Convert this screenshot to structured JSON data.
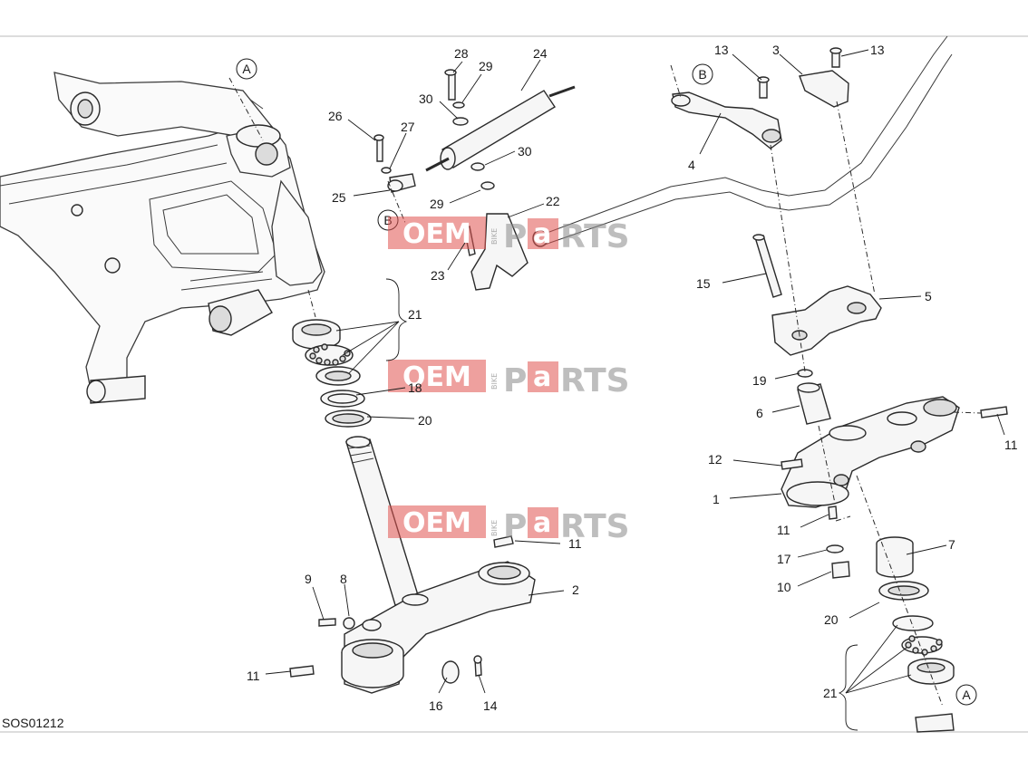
{
  "drawing_code": "SOS01212",
  "callouts": {
    "c1": "1",
    "c2": "2",
    "c3": "3",
    "c4": "4",
    "c5": "5",
    "c6": "6",
    "c7": "7",
    "c8": "8",
    "c9": "9",
    "c10": "10",
    "c11a": "11",
    "c11b": "11",
    "c11c": "11",
    "c11d": "11",
    "c12": "12",
    "c13a": "13",
    "c13b": "13",
    "c14": "14",
    "c15": "15",
    "c16": "16",
    "c17": "17",
    "c18": "18",
    "c19": "19",
    "c20a": "20",
    "c20b": "20",
    "c21a": "21",
    "c21b": "21",
    "c22": "22",
    "c23": "23",
    "c24": "24",
    "c25": "25",
    "c26": "26",
    "c27": "27",
    "c28": "28",
    "c29a": "29",
    "c29b": "29",
    "c30a": "30",
    "c30b": "30"
  },
  "references": {
    "a_top": "A",
    "b_top": "B",
    "b_mid": "B",
    "a_bottom": "A"
  },
  "watermark": {
    "oem": "OEM",
    "bike": "BIKE",
    "p": "P",
    "a": "a",
    "rts": "RTS"
  }
}
